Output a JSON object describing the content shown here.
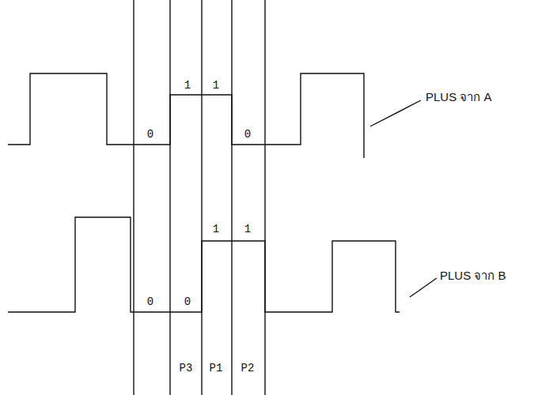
{
  "diagram": {
    "labels": [
      "PLUS จาก A",
      "1",
      "1",
      "0",
      "0",
      "PLUS จาก B",
      "1",
      "1",
      "0",
      "0",
      "P3",
      "P1",
      "P2"
    ]
  }
}
